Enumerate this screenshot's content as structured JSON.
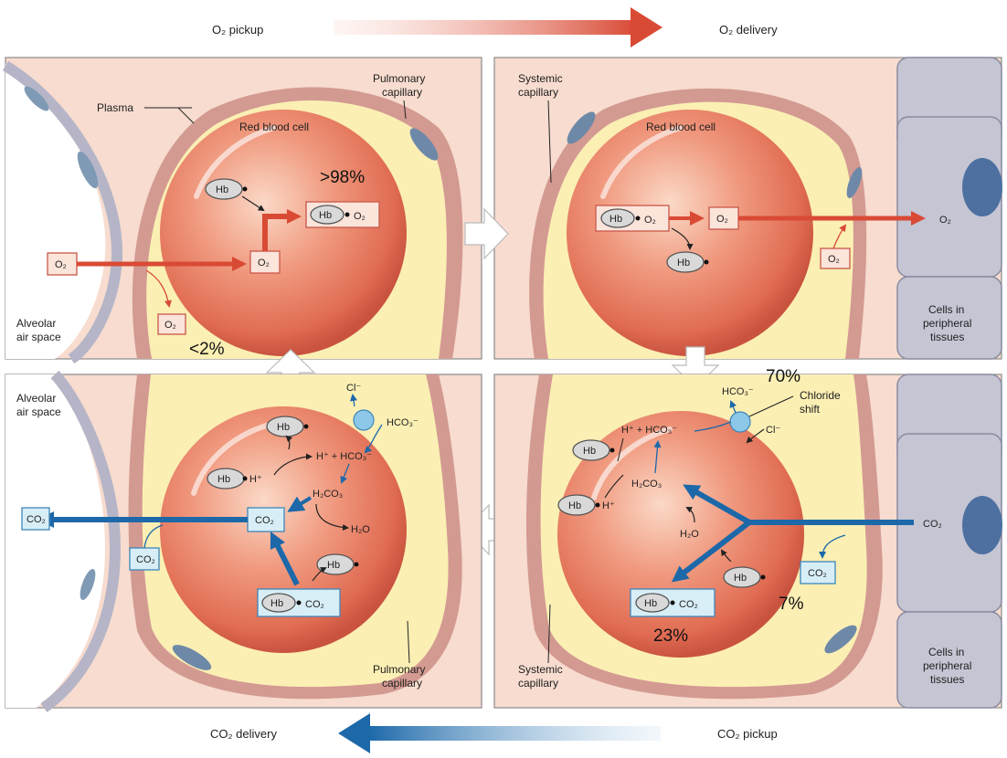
{
  "header": {
    "o2_pickup": "O₂ pickup",
    "o2_delivery": "O₂ delivery"
  },
  "footer": {
    "co2_delivery": "CO₂ delivery",
    "co2_pickup": "CO₂ pickup"
  },
  "panel_tl": {
    "plasma": "Plasma",
    "pulmonary_capillary": [
      "Pulmonary",
      "capillary"
    ],
    "red_blood_cell": "Red blood cell",
    "hb": "Hb",
    "hb_o2": "O₂",
    "o2_inside": "O₂",
    "o2_outside": "O₂",
    "o2_dissolved": "O₂",
    "alveolar": [
      "Alveolar",
      "air space"
    ],
    "pct_bound": ">98%",
    "pct_dissolved": "<2%"
  },
  "panel_tr": {
    "systemic_capillary": [
      "Systemic",
      "capillary"
    ],
    "red_blood_cell": "Red blood cell",
    "hb_o2": "O₂",
    "hb": "Hb",
    "o2_inside": "O₂",
    "o2_plasma": "O₂",
    "o2_tissue": "O₂",
    "cells_peripheral": [
      "Cells in",
      "peripheral",
      "tissues"
    ]
  },
  "panel_bl": {
    "alveolar": [
      "Alveolar",
      "air space"
    ],
    "cl": "Cl⁻",
    "hco3": "HCO₃⁻",
    "hb_top": "Hb",
    "hb_hplus": "Hb",
    "hplus": "H⁺",
    "h_hco3": "H⁺ + HCO₃⁻",
    "h2co3": "H₂CO₃",
    "co2_box": "CO₂",
    "h2o": "H₂O",
    "hb_mid": "Hb",
    "hb_co2": "CO₂",
    "co2_plasma": "CO₂",
    "co2_out": "CO₂",
    "pulmonary_capillary": [
      "Pulmonary",
      "capillary"
    ]
  },
  "panel_br": {
    "hco3_top": "HCO₃⁻",
    "pct_hco3": "70%",
    "chloride_shift": [
      "Chloride",
      "shift"
    ],
    "cl": "Cl⁻",
    "h_hco3": "H⁺ + HCO₃⁻",
    "hb_top": "Hb",
    "h2co3": "H₂CO₃",
    "hb_hplus": "Hb",
    "hplus": "H⁺",
    "h2o": "H₂O",
    "co2_in": "CO₂",
    "hb_right": "Hb",
    "co2_plasma": "CO₂",
    "pct_dissolved": "7%",
    "hb_co2": "CO₂",
    "pct_carbamino": "23%",
    "systemic_capillary": [
      "Systemic",
      "capillary"
    ],
    "cells_peripheral": [
      "Cells in",
      "peripheral",
      "tissues"
    ]
  },
  "colors": {
    "o2_arrow": "#d94a35",
    "co2_arrow": "#1c68a9",
    "rbc": "#e8735e",
    "plasma": "#fbefb4",
    "tissue_bg": "#f7dccf",
    "cell": "#c5c5d4"
  }
}
